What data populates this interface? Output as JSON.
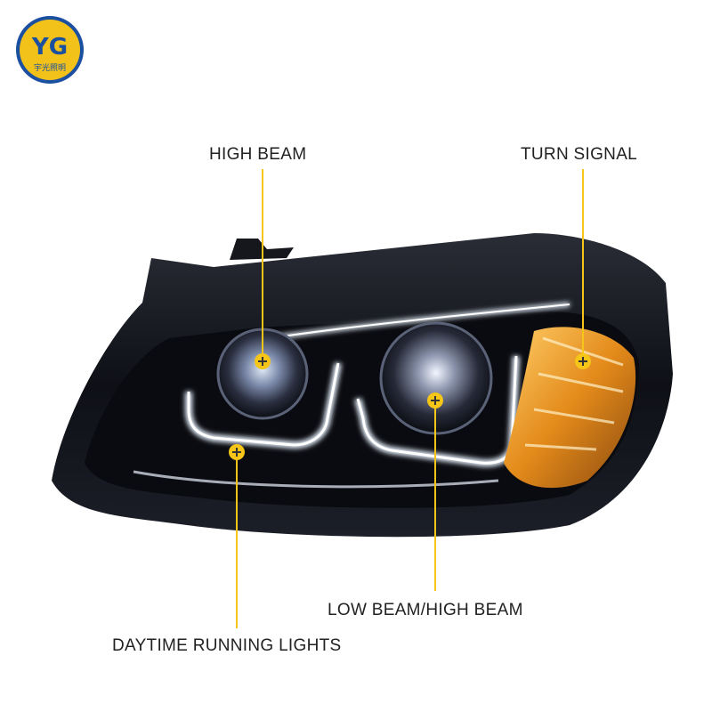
{
  "brand": {
    "logo_text": "宇光照明",
    "logo_mark": "YG",
    "colors": {
      "ring": "#1b4fa0",
      "fill": "#f2c21b"
    }
  },
  "callouts": {
    "high_beam": "HIGH BEAM",
    "turn_signal": "TURN SIGNAL",
    "low_high_beam": "LOW BEAM/HIGH BEAM",
    "daytime_running_lights": "DAYTIME RUNNING LIGHTS"
  },
  "colors": {
    "marker": "#f5c518",
    "line": "#f5c518",
    "housing": "#141418",
    "drl_glow": "#e8f4ff",
    "amber": "#f0a020"
  }
}
